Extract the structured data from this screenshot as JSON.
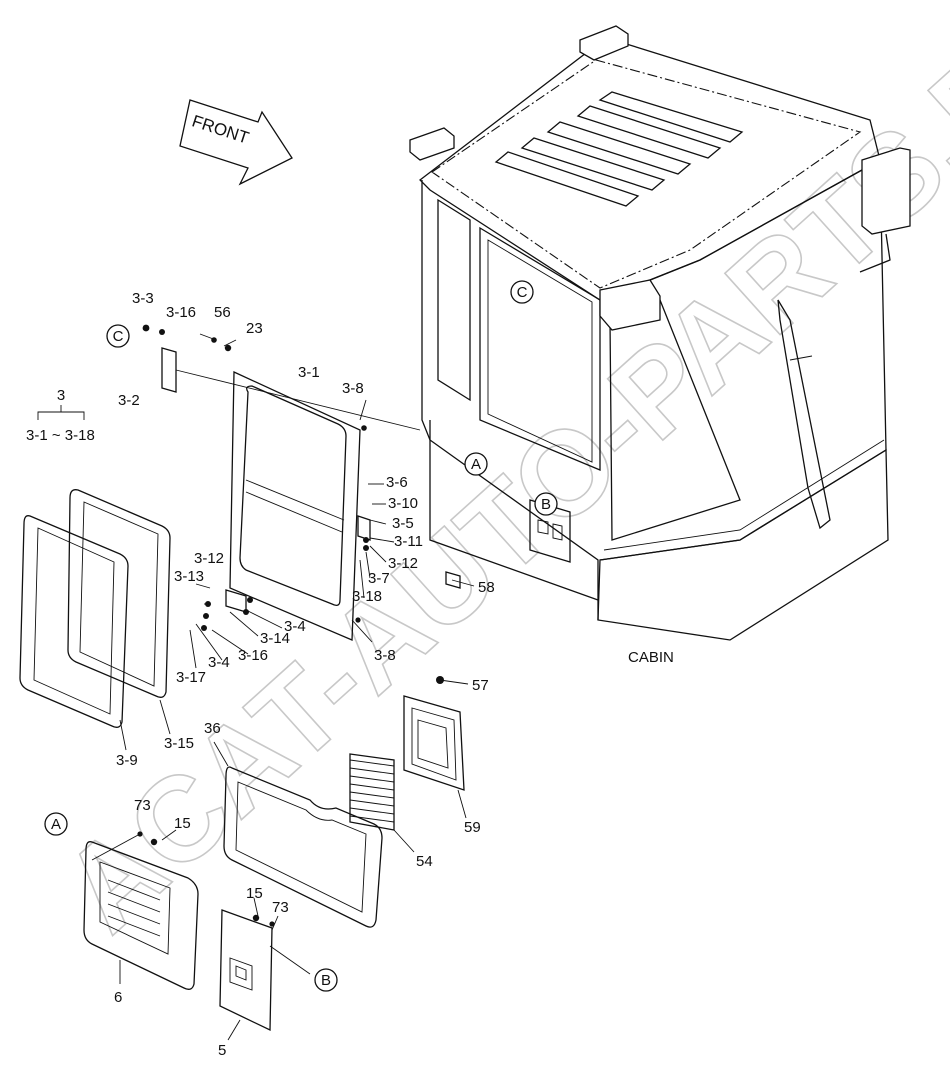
{
  "watermark": "ACAT-AUTO-PARTS.RU",
  "front_arrow_label": "FRONT",
  "cabin_label": "CABIN",
  "group_label": {
    "number": "3",
    "range": "3-1 ~ 3-18"
  },
  "callouts": {
    "a": "A",
    "b": "B",
    "c": "C"
  },
  "parts": {
    "p3_3": "3-3",
    "p3_16a": "3-16",
    "p56": "56",
    "p23": "23",
    "p3_2": "3-2",
    "p3_1": "3-1",
    "p3_8a": "3-8",
    "p3_8b": "3-8",
    "p3_6": "3-6",
    "p3_10": "3-10",
    "p3_5": "3-5",
    "p3_11": "3-11",
    "p3_12a": "3-12",
    "p3_7": "3-7",
    "p3_18": "3-18",
    "p3_12b": "3-12",
    "p3_13": "3-13",
    "p3_4a": "3-4",
    "p3_14": "3-14",
    "p3_4b": "3-4",
    "p3_16b": "3-16",
    "p3_17": "3-17",
    "p3_15": "3-15",
    "p3_9": "3-9",
    "p36": "36",
    "p58": "58",
    "p57": "57",
    "p59": "59",
    "p54": "54",
    "p73a": "73",
    "p15a": "15",
    "p6": "6",
    "p15b": "15",
    "p73b": "73",
    "p5": "5"
  }
}
